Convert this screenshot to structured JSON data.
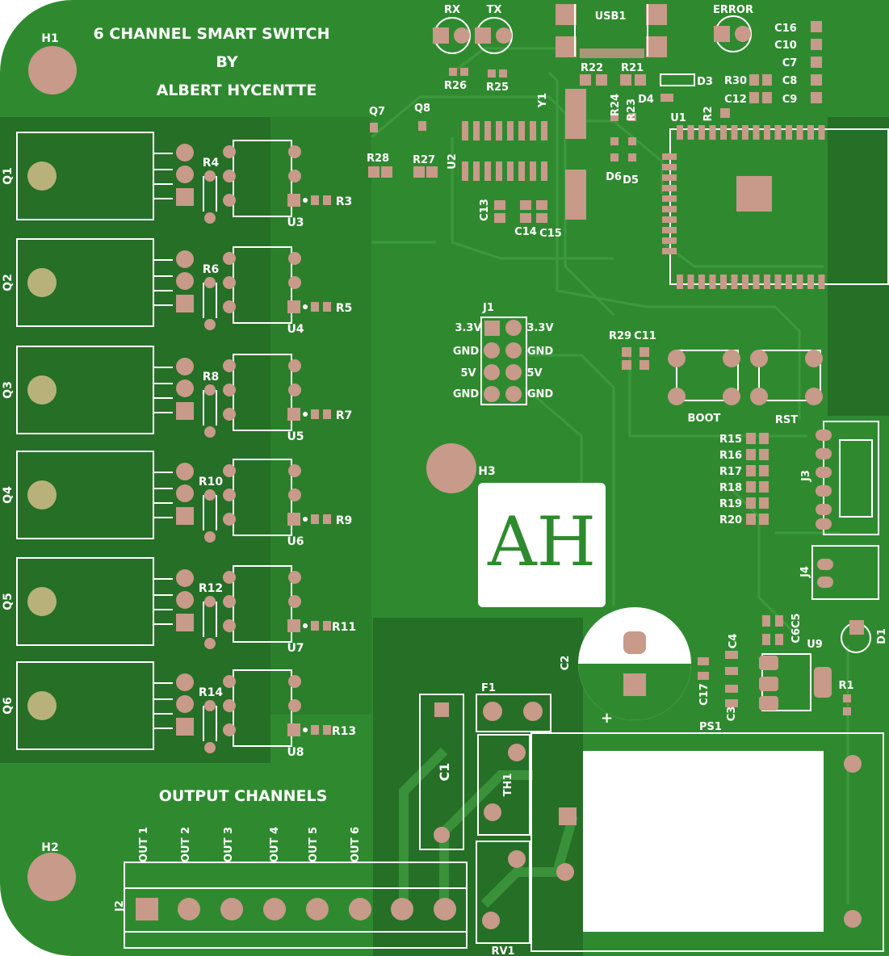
{
  "board": {
    "title_line1": "6 CHANNEL SMART SWITCH",
    "title_line2": "BY",
    "title_line3": "ALBERT HYCENTTE",
    "output_heading": "OUTPUT CHANNELS",
    "logo": "AH",
    "colors": {
      "mask": "#2f8a2f",
      "mask_dark": "#1f6b22",
      "copper": "#c79a8a",
      "silk": "#ffffff",
      "trace": "#2a7d2a"
    }
  },
  "mounting_holes": [
    "H1",
    "H2",
    "H3"
  ],
  "triacs": [
    "Q1",
    "Q2",
    "Q3",
    "Q4",
    "Q5",
    "Q6"
  ],
  "optos": [
    "U3",
    "U4",
    "U5",
    "U6",
    "U7",
    "U8"
  ],
  "gate_resistors": [
    "R4",
    "R6",
    "R8",
    "R10",
    "R12",
    "R14"
  ],
  "led_resistors": [
    "R3",
    "R5",
    "R7",
    "R9",
    "R11",
    "R13"
  ],
  "top_components": {
    "rx": "RX",
    "tx": "TX",
    "usb": "USB1",
    "error": "ERROR",
    "q7": "Q7",
    "q8": "Q8",
    "r28": "R28",
    "r27": "R27",
    "r26": "R26",
    "r25": "R25",
    "y1": "Y1",
    "u2": "U2",
    "r22": "R22",
    "r21": "R21",
    "r24": "R24",
    "r23": "R23",
    "d3": "D3",
    "d4": "D4",
    "d5": "D5",
    "d6": "D6",
    "r30": "R30",
    "r2": "R2",
    "u1": "U1",
    "c16": "C16",
    "c10": "C10",
    "c7": "C7",
    "c8": "C8",
    "c12": "C12",
    "c9": "C9",
    "c13": "C13",
    "c14": "C14",
    "c15": "C15"
  },
  "header_j1": {
    "ref": "J1",
    "left": [
      "3.3V",
      "GND",
      "5V",
      "GND"
    ],
    "right": [
      "3.3V",
      "GND",
      "5V",
      "GND"
    ]
  },
  "buttons": {
    "boot": "BOOT",
    "rst": "RST",
    "r29": "R29",
    "c11": "C11"
  },
  "right_resistors": [
    "R15",
    "R16",
    "R17",
    "R18",
    "R19",
    "R20"
  ],
  "connectors": {
    "j3": "J3",
    "j4": "J4",
    "j2": "J2"
  },
  "power": {
    "c2": "C2",
    "c1": "C1",
    "f1": "F1",
    "th1": "TH1",
    "rv1": "RV1",
    "ps1": "PS1",
    "c17": "C17",
    "c3": "C3",
    "c4": "C4",
    "c6c5": "C6C5",
    "u9": "U9",
    "d1": "D1",
    "r1": "R1"
  },
  "output_labels": [
    "OUT 1",
    "OUT 2",
    "OUT 3",
    "OUT 4",
    "OUT 5",
    "OUT 6"
  ]
}
